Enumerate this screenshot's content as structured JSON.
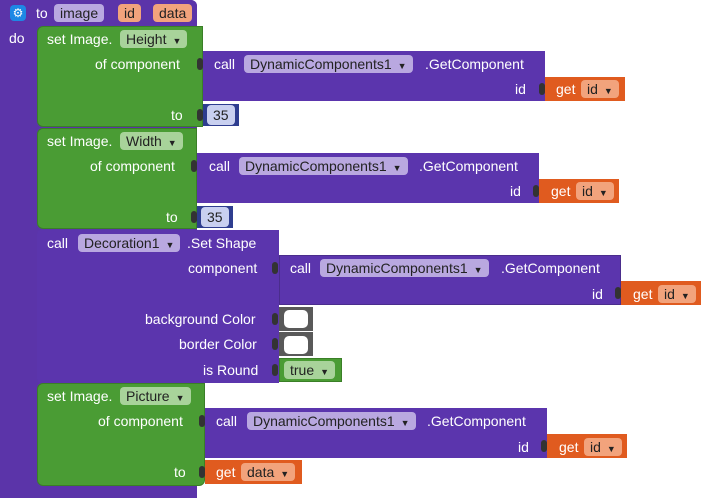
{
  "procedure": {
    "keyword": "to",
    "name": "image",
    "params": [
      "id",
      "data"
    ],
    "do_label": "do"
  },
  "blocks": {
    "set_height": {
      "set": "set Image.",
      "prop": "Height",
      "of_component": "of component",
      "to": "to",
      "value": "35",
      "call": {
        "call": "call",
        "component": "DynamicComponents1",
        "method": ".GetComponent",
        "id_label": "id",
        "get": "get",
        "var": "id"
      }
    },
    "set_width": {
      "set": "set Image.",
      "prop": "Width",
      "of_component": "of component",
      "to": "to",
      "value": "35",
      "call": {
        "call": "call",
        "component": "DynamicComponents1",
        "method": ".GetComponent",
        "id_label": "id",
        "get": "get",
        "var": "id"
      }
    },
    "set_shape": {
      "call": "call",
      "component": "Decoration1",
      "method": ".Set Shape",
      "component_label": "component",
      "background_label": "background Color",
      "border_label": "border Color",
      "is_round_label": "is Round",
      "is_round_value": "true",
      "inner_call": {
        "call": "call",
        "component": "DynamicComponents1",
        "method": ".GetComponent",
        "id_label": "id",
        "get": "get",
        "var": "id"
      }
    },
    "set_picture": {
      "set": "set Image.",
      "prop": "Picture",
      "of_component": "of component",
      "to": "to",
      "get": "get",
      "var": "data",
      "call": {
        "call": "call",
        "component": "DynamicComponents1",
        "method": ".GetComponent",
        "id_label": "id",
        "get": "get",
        "var": "id"
      }
    }
  },
  "icons": {
    "gear": "gear-icon",
    "dropdown": "chevron-down-icon"
  },
  "colors": {
    "procedure": "#5b34a9",
    "setter": "#4a9c34",
    "call": "#5b35ad",
    "get": "#e05b1f",
    "number": "#2e3d8f",
    "color_block": "#595959"
  }
}
